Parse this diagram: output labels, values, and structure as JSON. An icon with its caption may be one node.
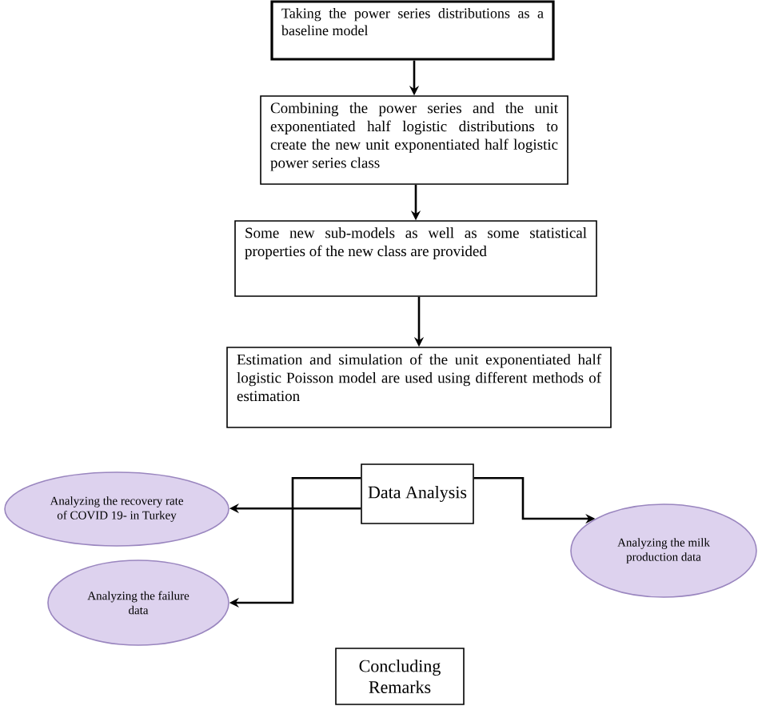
{
  "diagram": {
    "nodes": [
      {
        "text": [
          "Taking the power series distributions as a baseline model"
        ]
      },
      {
        "text": [
          "Combining the power series and the unit exponentiated half logistic distributions to create the new unit exponentiated half logistic power series class"
        ]
      },
      {
        "text": [
          "Some new sub-models as well as some statistical properties of the new class are provided"
        ]
      },
      {
        "text": [
          "Estimation and simulation of the unit exponentiated half logistic Poisson model are used using different methods of estimation"
        ]
      },
      {
        "text": [
          "Data Analysis"
        ]
      },
      {
        "text": [
          "Analyzing the recovery rate of COVID 19- in Turkey"
        ]
      },
      {
        "text": [
          "Analyzing the failure data"
        ]
      },
      {
        "text": [
          "Analyzing the milk production data"
        ]
      },
      {
        "text": [
          "Concluding Remarks"
        ]
      }
    ],
    "edges": [
      {
        "from": 0,
        "to": 1,
        "arrow": "to"
      },
      {
        "from": 1,
        "to": 2,
        "arrow": "to"
      },
      {
        "from": 2,
        "to": 3,
        "arrow": "to"
      },
      {
        "from": 4,
        "to": 5,
        "arrow": "to"
      },
      {
        "from": 4,
        "to": 6,
        "arrow": "to"
      },
      {
        "from": 4,
        "to": 7,
        "arrow": "to"
      }
    ]
  }
}
